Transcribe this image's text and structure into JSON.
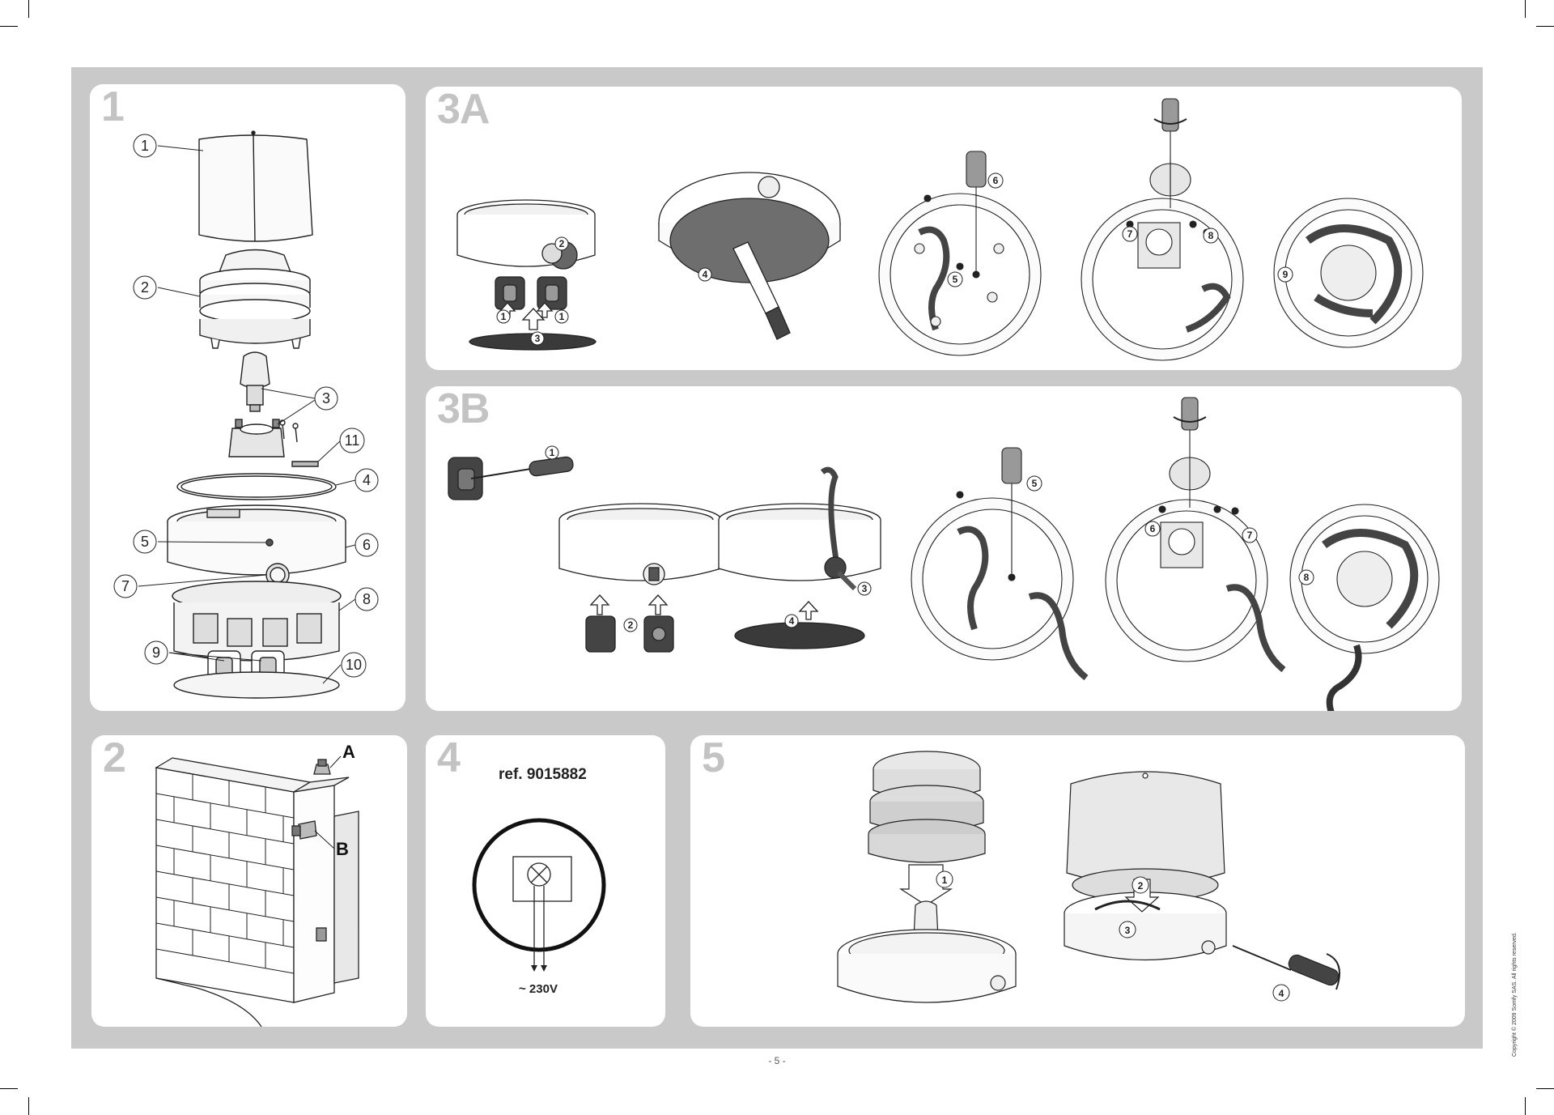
{
  "steps": {
    "s1": "1",
    "s3a": "3A",
    "s3b": "3B",
    "s2": "2",
    "s4": "4",
    "s5": "5"
  },
  "panel1_callouts": [
    "1",
    "2",
    "3",
    "11",
    "4",
    "5",
    "6",
    "7",
    "8",
    "9",
    "10"
  ],
  "panel3a_callouts": [
    "2",
    "1",
    "1",
    "3",
    "4",
    "6",
    "5",
    "7",
    "8",
    "9"
  ],
  "panel3b_callouts": [
    "1",
    "2",
    "3",
    "4",
    "5",
    "6",
    "7",
    "8"
  ],
  "panel2": {
    "label_a": "A",
    "label_b": "B"
  },
  "panel4": {
    "ref": "ref. 9015882",
    "voltage": "~ 230V"
  },
  "panel5_callouts": [
    "1",
    "2",
    "3",
    "4"
  ],
  "footer": {
    "page_number": "- 5 -",
    "copyright": "Copyright © 2009 Somfy SAS. All rights reserved."
  },
  "colors": {
    "sheet": "#c9c9c9",
    "panel": "#ffffff",
    "step_number": "#c3c3c3",
    "line": "#222222",
    "dark_part": "#3a3a3a"
  }
}
